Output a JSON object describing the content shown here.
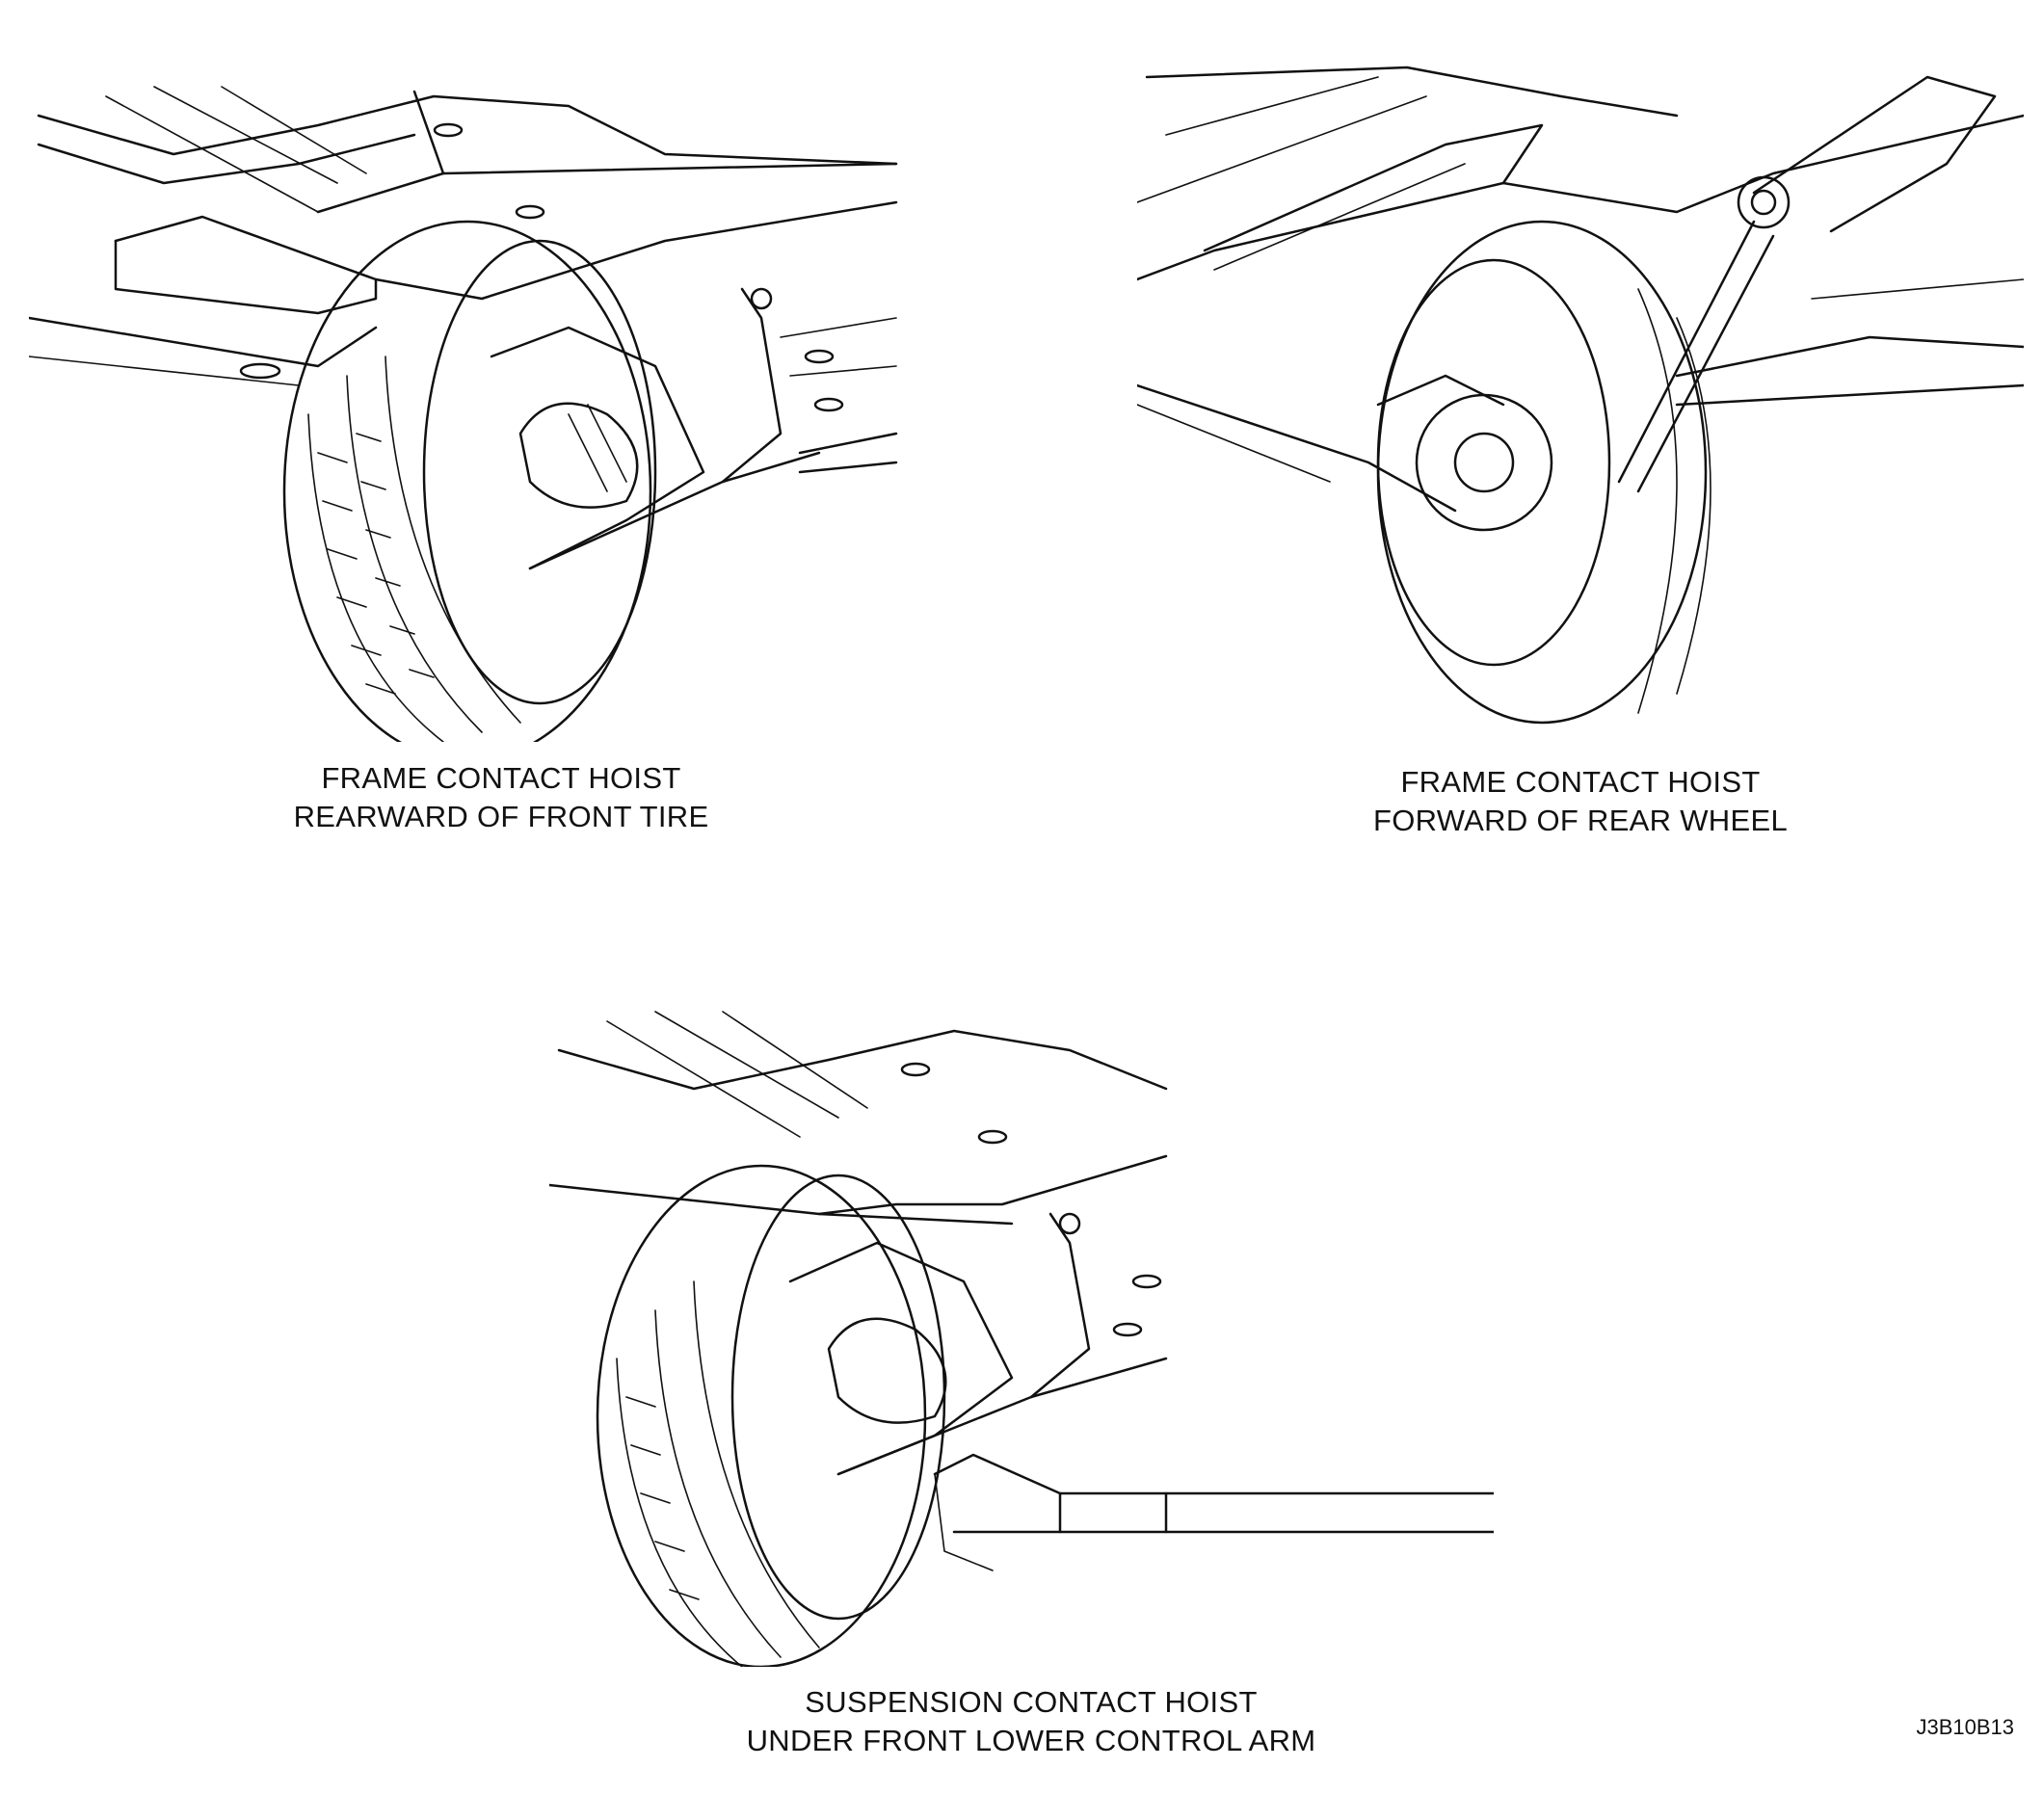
{
  "figure_code": "J3B10B13",
  "panels": [
    {
      "id": "front-frame",
      "caption": [
        "FRAME CONTACT HOIST",
        "REARWARD OF FRONT TIRE"
      ]
    },
    {
      "id": "rear-frame",
      "caption": [
        "FRAME CONTACT HOIST",
        "FORWARD OF REAR WHEEL"
      ]
    },
    {
      "id": "front-suspension",
      "caption": [
        "SUSPENSION CONTACT HOIST",
        "UNDER FRONT LOWER CONTROL ARM"
      ]
    }
  ],
  "colors": {
    "ink": "#111111",
    "paper": "#ffffff"
  }
}
